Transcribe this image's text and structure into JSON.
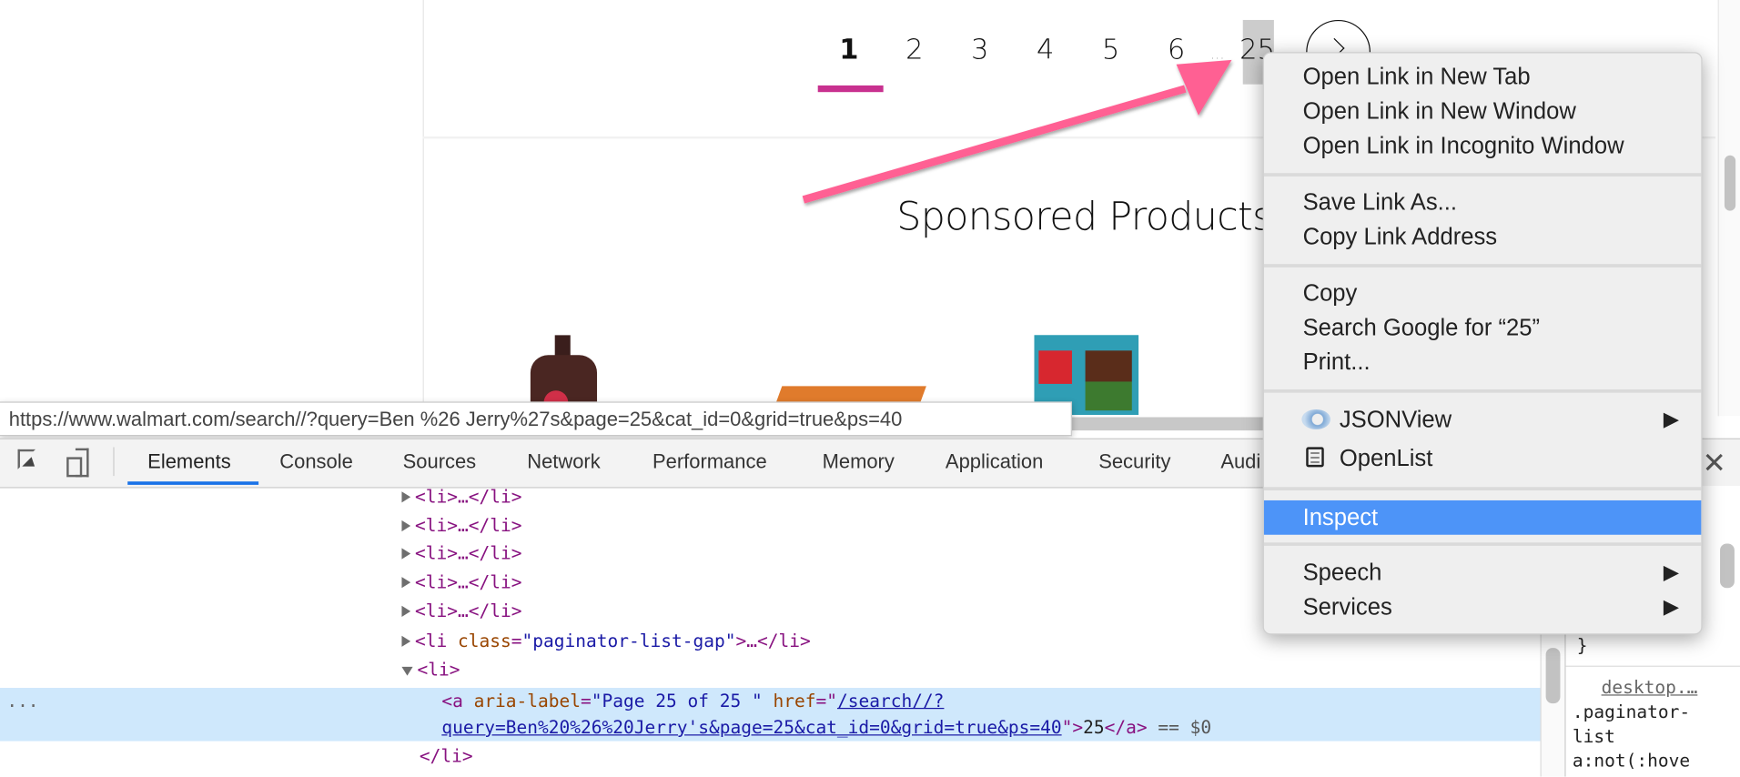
{
  "page": {
    "pagination": {
      "pages": [
        "1",
        "2",
        "3",
        "4",
        "5",
        "6"
      ],
      "gap": "…",
      "last": "25",
      "current": "1",
      "accent": "#c8318f"
    },
    "sponsored_title": "Sponsored Products",
    "status_url": "https://www.walmart.com/search//?query=Ben %26 Jerry%27s&page=25&cat_id=0&grid=true&ps=40"
  },
  "devtools": {
    "tabs": [
      "Elements",
      "Console",
      "Sources",
      "Network",
      "Performance",
      "Memory",
      "Application",
      "Security",
      "Audi"
    ],
    "active_tab": "Elements",
    "dom": {
      "li_collapsed": "<li>…</li>",
      "gap_open": "<li ",
      "gap_attr": "class",
      "gap_val": "\"paginator-list-gap\"",
      "gap_close": ">…</li>",
      "li_open": "<li>",
      "a_open": "<a ",
      "a_attr1": "aria-label",
      "a_val1": "\"Page 25 of 25 \"",
      "a_attr2": "href",
      "a_href1": "/search//?",
      "a_href2": "query=Ben%20%26%20Jerry's&page=25&cat_id=0&grid=true&ps=40",
      "a_text": "25",
      "a_close": "</a>",
      "a_marker": "== $0",
      "li_close": "</li>",
      "row_dots": "..."
    },
    "styles": {
      "brace": "}",
      "source": "desktop.…",
      "selector1": ".paginator-",
      "selector2": "list",
      "selector3": "a:not(:hove"
    }
  },
  "context_menu": {
    "groups": [
      [
        "Open Link in New Tab",
        "Open Link in New Window",
        "Open Link in Incognito Window"
      ],
      [
        "Save Link As...",
        "Copy Link Address"
      ],
      [
        "Copy",
        "Search Google for “25”",
        "Print..."
      ],
      [
        "JSONView",
        "OpenList"
      ],
      [
        "Inspect"
      ],
      [
        "Speech",
        "Services"
      ]
    ],
    "highlighted": "Inspect",
    "highlight_color": "#4d94f8"
  },
  "annotation": {
    "arrow_color": "#ff6193"
  }
}
